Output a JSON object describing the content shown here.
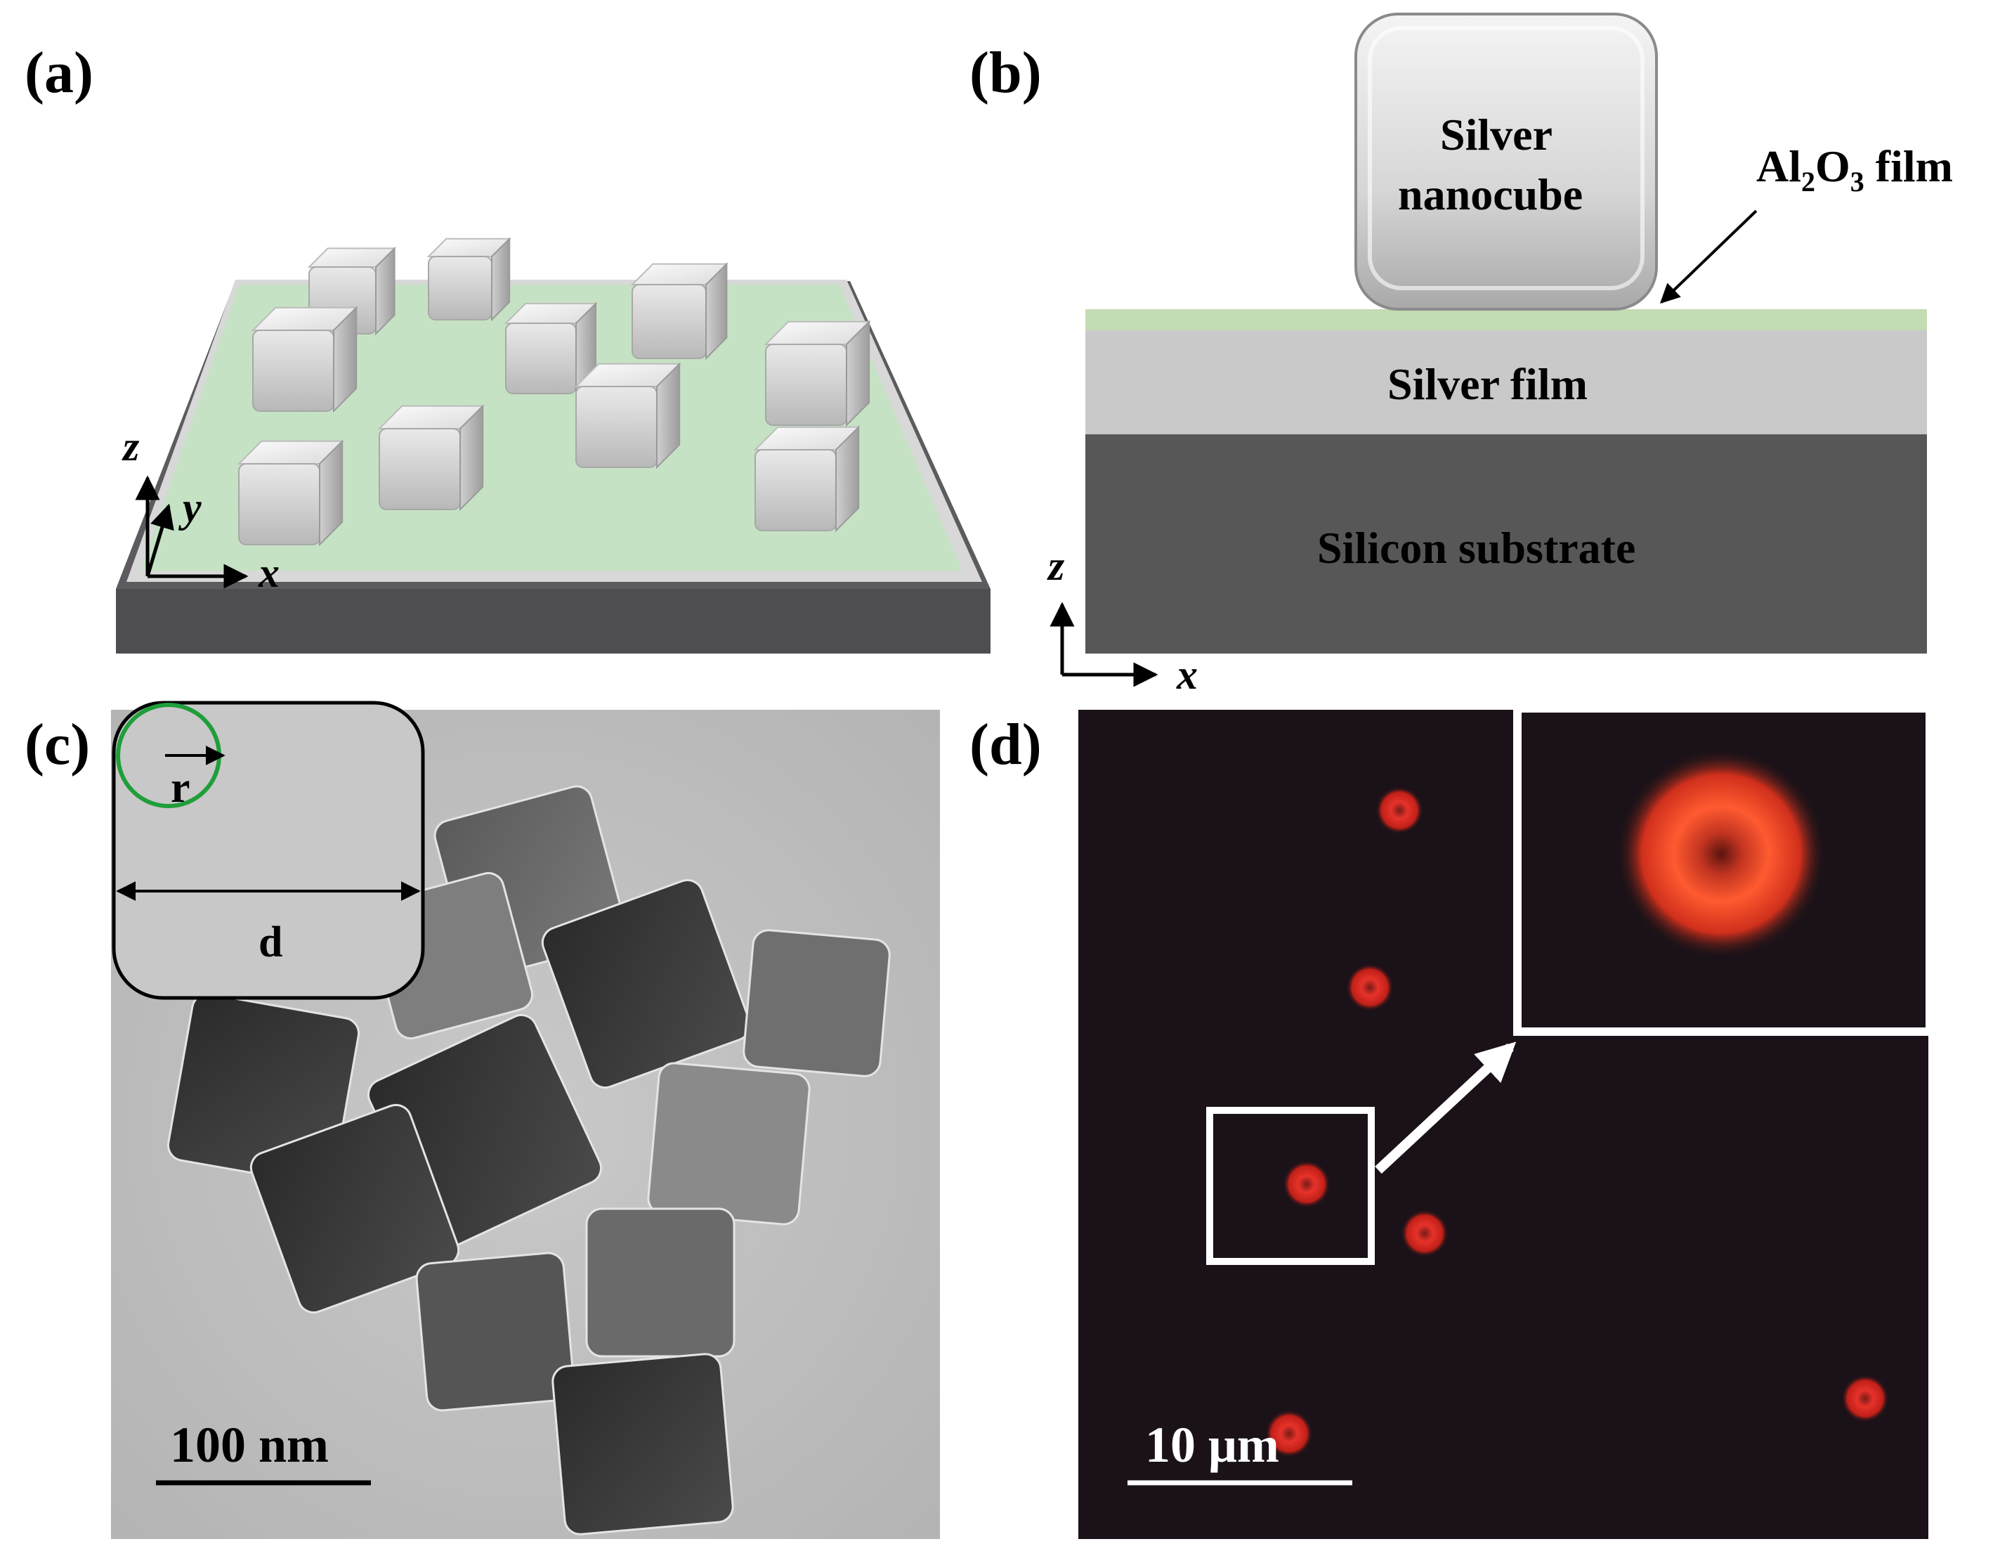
{
  "panels": {
    "a": {
      "label": "(a)",
      "axes": {
        "z": "z",
        "y": "y",
        "x": "x"
      }
    },
    "b": {
      "label": "(b)",
      "nanocube_line1": "Silver",
      "nanocube_line2": "nanocube",
      "film_label": {
        "pre": "Al",
        "sub1": "2",
        "mid": "O",
        "sub2": "3",
        "post": " film"
      },
      "silver_film": "Silver film",
      "substrate": "Silicon substrate",
      "axes": {
        "z": "z",
        "x": "x"
      },
      "colors": {
        "oxide": "#c3dcb3",
        "silver": "#c9c9c9",
        "silicon": "#575757"
      }
    },
    "c": {
      "label": "(c)",
      "radius_label": "r",
      "edge_label": "d",
      "scale_bar": "100 nm",
      "colors": {
        "circle": "#1f9e3a"
      }
    },
    "d": {
      "label": "(d)",
      "scale_bar": "10 μm",
      "colors": {
        "spot": "#e02a22",
        "background": "#1a1218"
      }
    }
  }
}
